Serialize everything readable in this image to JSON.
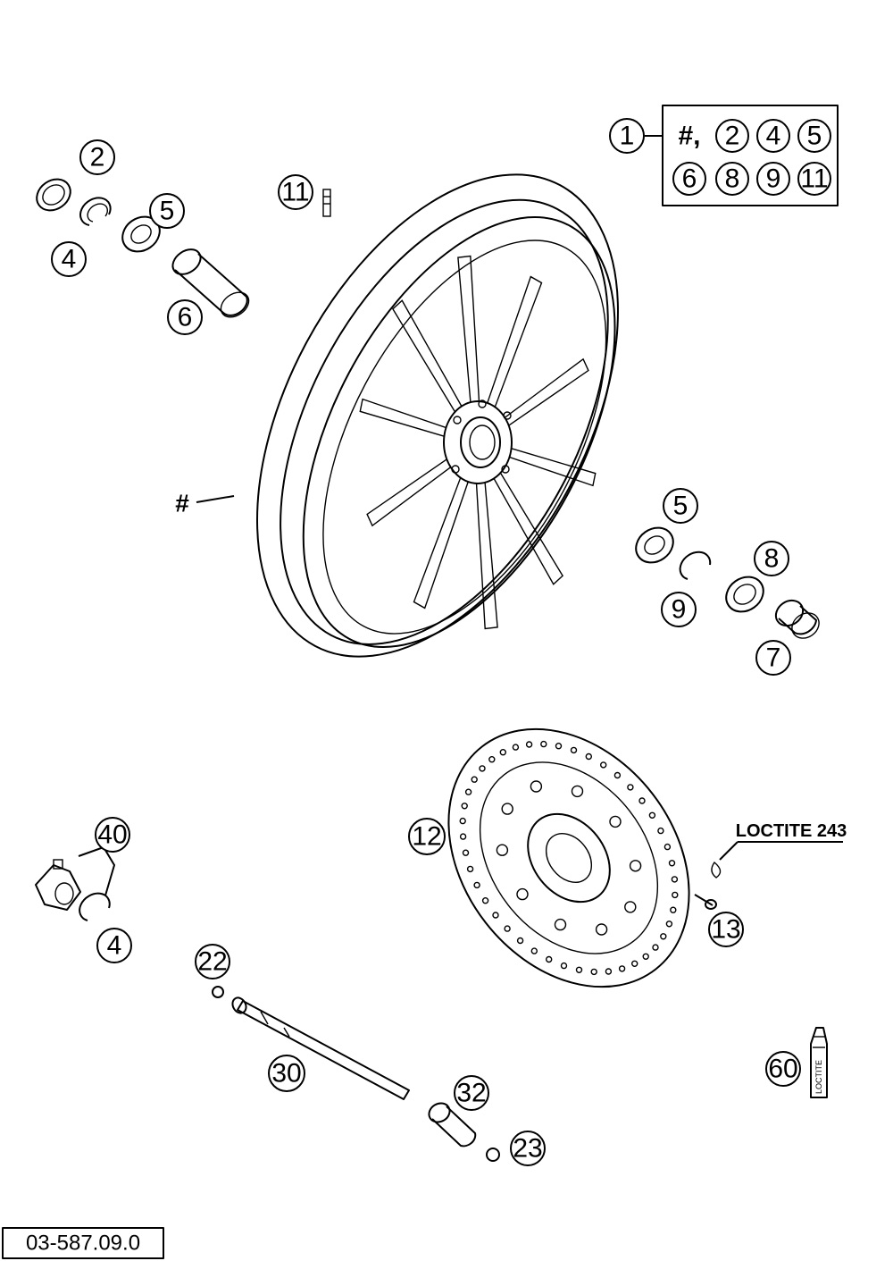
{
  "drawing_number": "03-587.09.0",
  "loctite_label": "LOCTITE 243",
  "tube_label": "LOCTITE",
  "hash_label": "#",
  "kit": {
    "main": "1",
    "hash": "#,",
    "items_row1": [
      "2",
      "4",
      "5"
    ],
    "items_row2": [
      "6",
      "8",
      "9",
      "11"
    ]
  },
  "callouts": [
    {
      "id": "c2",
      "label": "2"
    },
    {
      "id": "c4a",
      "label": "4"
    },
    {
      "id": "c5a",
      "label": "5"
    },
    {
      "id": "c6",
      "label": "6"
    },
    {
      "id": "c11",
      "label": "11"
    },
    {
      "id": "c5b",
      "label": "5"
    },
    {
      "id": "c8",
      "label": "8"
    },
    {
      "id": "c9",
      "label": "9"
    },
    {
      "id": "c7",
      "label": "7"
    },
    {
      "id": "c12",
      "label": "12"
    },
    {
      "id": "c13",
      "label": "13"
    },
    {
      "id": "c40",
      "label": "40"
    },
    {
      "id": "c4b",
      "label": "4"
    },
    {
      "id": "c22",
      "label": "22"
    },
    {
      "id": "c30",
      "label": "30"
    },
    {
      "id": "c32",
      "label": "32"
    },
    {
      "id": "c23",
      "label": "23"
    },
    {
      "id": "c60",
      "label": "60"
    }
  ]
}
